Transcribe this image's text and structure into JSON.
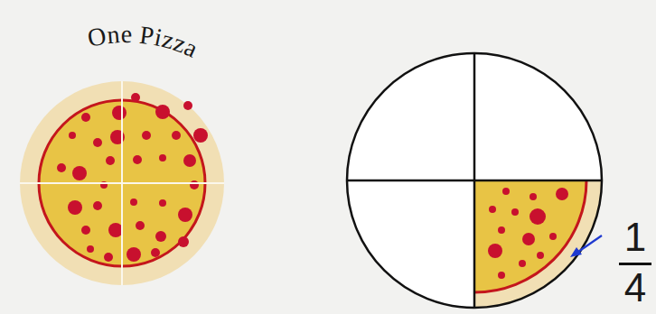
{
  "diagram": {
    "labels": [
      "One Pizza",
      "1",
      "4"
    ]
  }
}
